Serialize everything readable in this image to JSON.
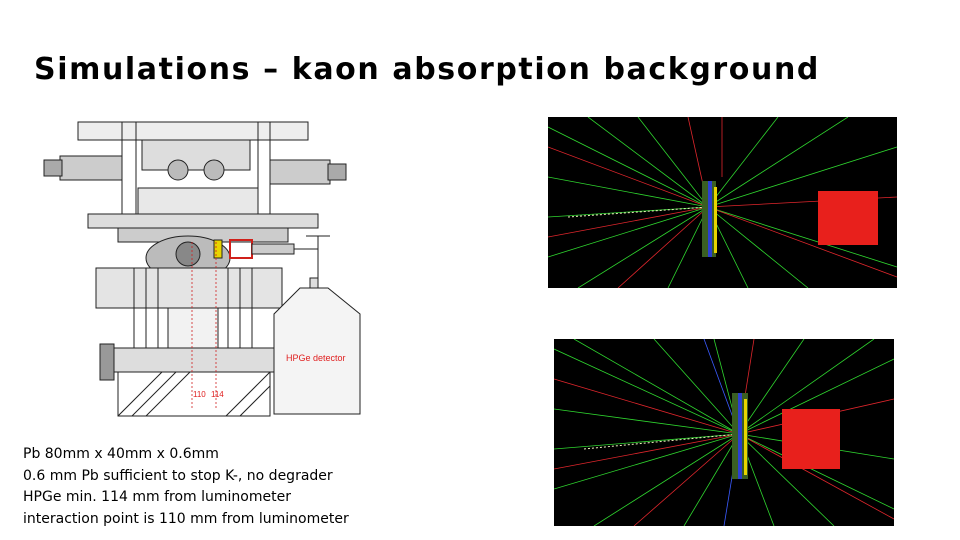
{
  "slide": {
    "title": "Simulations – kaon absorption background",
    "diagram": {
      "detector_label": "HPGe detector",
      "dim_label_1": "110",
      "dim_label_2": "114"
    },
    "notes": [
      "Pb 80mm x 40mm x 0.6mm",
      "0.6 mm Pb sufficient to stop K-, no degrader",
      "HPGe min. 114 mm from luminometer",
      "interaction point is 110 mm from luminometer"
    ]
  },
  "colors": {
    "track_green": "#2fd62f",
    "track_red": "#e0262c",
    "track_blue": "#3b5bff",
    "detector_red": "#e8201c",
    "detector_label": "#e02020"
  }
}
